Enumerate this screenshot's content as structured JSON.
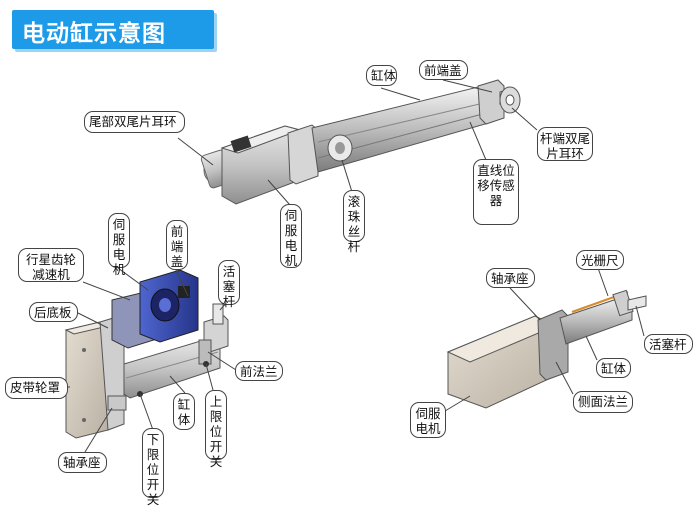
{
  "title": "电动缸示意图",
  "colors": {
    "title_bg": "#1e9be8",
    "title_shadow": "#9fd3f3",
    "motor_blue": "#3d52b8",
    "body_grey": "#c9c9c9"
  },
  "labels": {
    "tail_ring": "尾部双尾片耳环",
    "cylinder_top": "缸体",
    "front_cover_top": "前端盖",
    "rod_end_ring": "杆端双尾片耳环",
    "servo_motor_top": "伺服电机",
    "ball_screw": "滚珠丝杆",
    "linear_sensor": "直线位移传感器",
    "servo_motor_left": "伺服电机",
    "planetary_gear": "行星齿轮减速机",
    "front_cover_left": "前端盖",
    "piston_rod_left": "活塞杆",
    "rear_plate": "后底板",
    "front_flange": "前法兰",
    "belt_cover": "皮带轮罩",
    "cylinder_left": "缸体",
    "upper_limit": "上限位开关",
    "lower_limit": "下限位开关",
    "bearing_left": "轴承座",
    "bearing_right": "轴承座",
    "grating_ruler": "光栅尺",
    "piston_rod_right": "活塞杆",
    "cylinder_right": "缸体",
    "side_flange": "侧面法兰",
    "servo_motor_right": "伺服电机"
  }
}
